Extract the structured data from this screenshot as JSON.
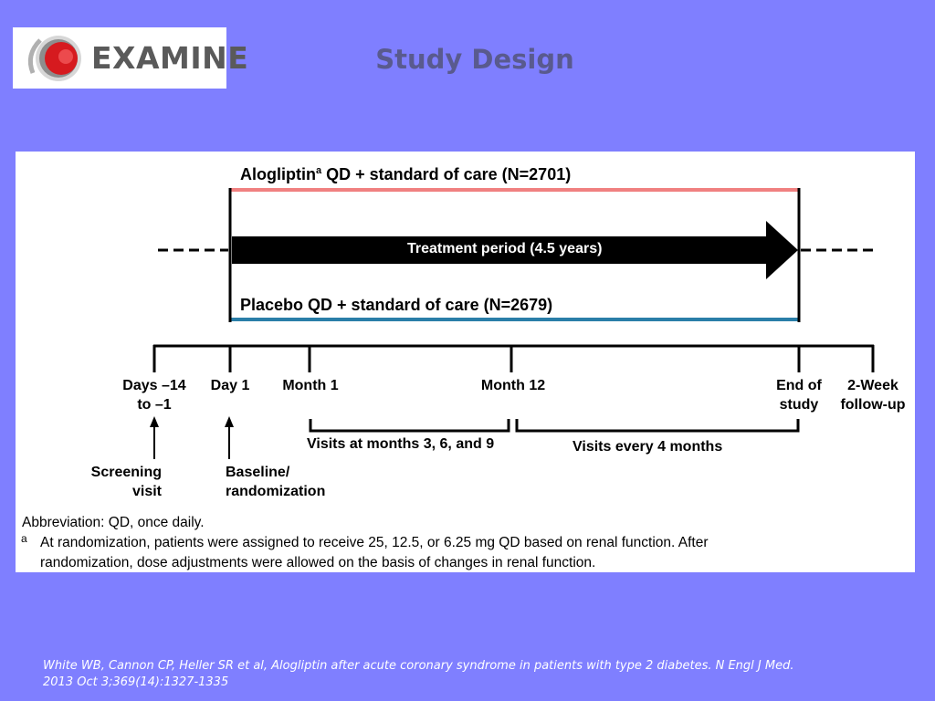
{
  "logo": {
    "text": "EXAMINE"
  },
  "slide": {
    "title": "Study Design"
  },
  "diagram": {
    "arm_alogliptin": {
      "drug": "Alogliptin",
      "superscript": "a",
      "rest": " QD + standard of care (N=2701)",
      "color": "#f08080"
    },
    "arm_placebo": {
      "text": "Placebo QD + standard of care (N=2679)",
      "color": "#2a7ea8"
    },
    "treatment_arrow": {
      "text": "Treatment period (4.5 years)"
    },
    "timepoints": [
      {
        "line1": "Days –14",
        "line2": "to –1"
      },
      {
        "line1": "Day 1",
        "line2": ""
      },
      {
        "line1": "Month 1",
        "line2": ""
      },
      {
        "line1": "Month 12",
        "line2": ""
      },
      {
        "line1": "End of",
        "line2": "study"
      },
      {
        "line1": "2-Week",
        "line2": "follow-up"
      }
    ],
    "visit_brackets": [
      {
        "text": "Visits at months 3, 6, and 9"
      },
      {
        "text": "Visits every 4 months"
      }
    ],
    "events": [
      {
        "line1": "Screening",
        "line2": "visit"
      },
      {
        "line1": "Baseline/",
        "line2": "randomization"
      }
    ],
    "footnotes": {
      "abbreviation": "Abbreviation: QD, once daily.",
      "mark": "a",
      "note_line1": "At randomization, patients were assigned to receive 25, 12.5, or 6.25 mg QD based on renal function.  After",
      "note_line2": "randomization, dose adjustments were allowed on the basis of changes in renal function."
    }
  },
  "citation": {
    "line1": "White WB, Cannon CP, Heller SR et al, Alogliptin after acute coronary syndrome in patients with type 2 diabetes. N Engl J Med.",
    "line2": "2013 Oct 3;369(14):1327-1335"
  }
}
